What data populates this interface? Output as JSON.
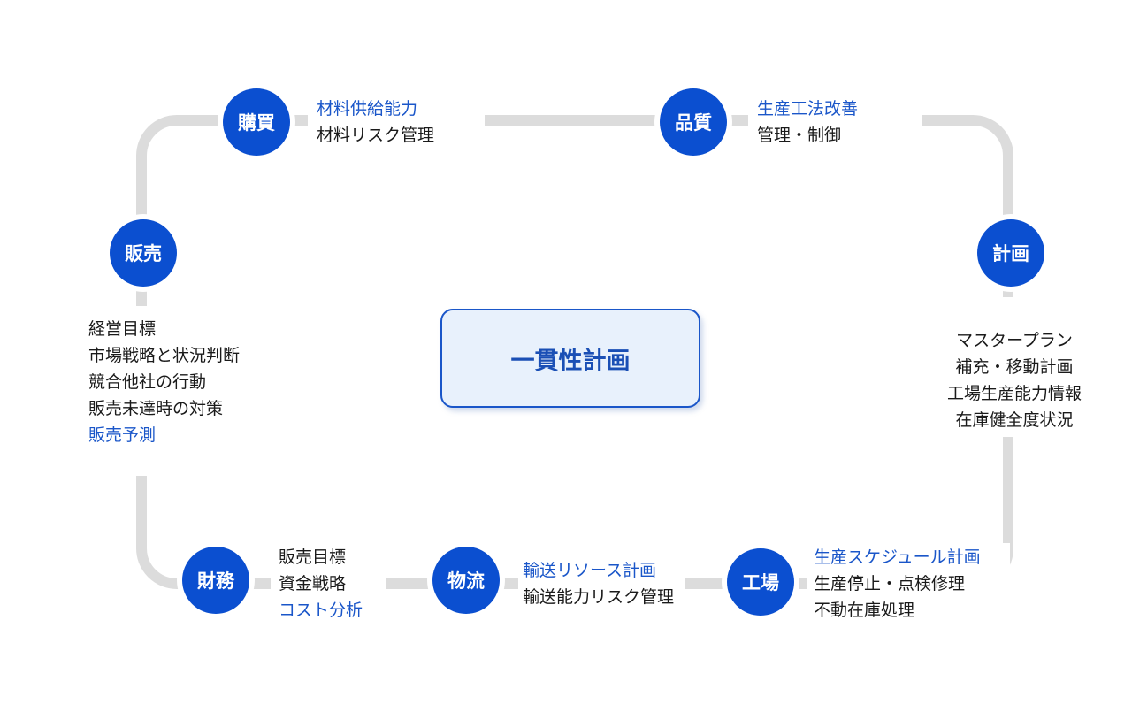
{
  "center": {
    "title": "一貫性計画"
  },
  "nodes": {
    "kobai": {
      "label": "購買"
    },
    "hinshitsu": {
      "label": "品質"
    },
    "keikaku": {
      "label": "計画"
    },
    "kojo": {
      "label": "工場"
    },
    "butsuryu": {
      "label": "物流"
    },
    "zaimu": {
      "label": "財務"
    },
    "hanbai": {
      "label": "販売"
    }
  },
  "labels": {
    "kobai": [
      "材料供給能力",
      "材料リスク管理"
    ],
    "hinshitsu": [
      "生産工法改善",
      "管理・制御"
    ],
    "keikaku": [
      "マスタープラン",
      "補充・移動計画",
      "工場生産能力情報",
      "在庫健全度状況"
    ],
    "kojo": [
      "生産スケジュール計画",
      "生産停止・点検修理",
      "不動在庫処理"
    ],
    "butsuryu": [
      "輸送リソース計画",
      "輸送能力リスク管理"
    ],
    "zaimu": [
      "販売目標",
      "資金戦略",
      "コスト分析"
    ],
    "hanbai": [
      "経営目標",
      "市場戦略と状況判断",
      "競合他社の行動",
      "販売未達時の対策",
      "販売予測"
    ]
  },
  "colors": {
    "node": "#0b4fd0",
    "highlight_text": "#1a56c9",
    "loop_line": "#dcdcdc",
    "center_fill": "#e8f1fc",
    "center_border": "#1a56c9"
  }
}
